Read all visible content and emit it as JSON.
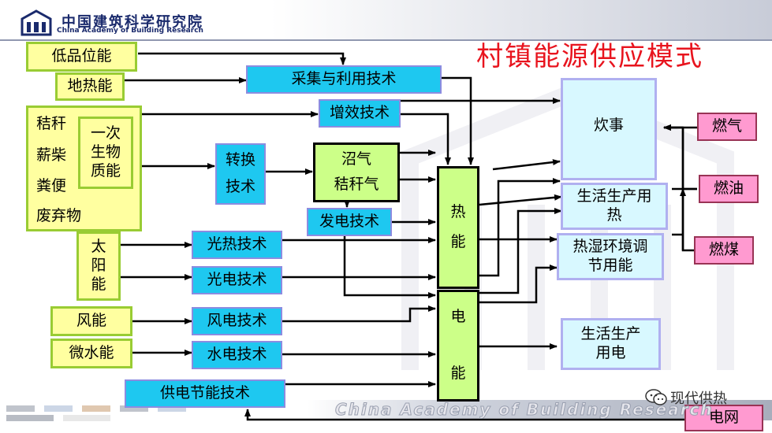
{
  "header": {
    "org_cn": "中国建筑科学研究院",
    "org_en": "China Academy of Building Research",
    "title": "村镇能源供应模式"
  },
  "sources": {
    "low_grade": "低品位能",
    "geothermal": "地热能",
    "biomass_items": [
      "秸秆",
      "薪柴",
      "粪便",
      "废弃物"
    ],
    "primary_biomass": [
      "一次",
      "生物",
      "质能"
    ],
    "solar": [
      "太",
      "阳",
      "能"
    ],
    "wind": "风能",
    "micro_hydro": "微水能"
  },
  "technologies": {
    "collect_use": "采集与利用技术",
    "efficiency": "增效技术",
    "conversion": [
      "转换",
      "技术"
    ],
    "biogas": [
      "沼气",
      "秸秆气"
    ],
    "generation": "发电技术",
    "solar_thermal": "光热技术",
    "photovoltaic": "光电技术",
    "wind_power": "风电技术",
    "hydro_power": "水电技术",
    "supply_saving": "供电节能技术"
  },
  "energy": {
    "heat": [
      "热",
      "能"
    ],
    "electric": [
      "电",
      "能"
    ]
  },
  "uses": {
    "cooking": "炊事",
    "process_heat": [
      "生活生产用",
      "热"
    ],
    "climate": [
      "热湿环境调",
      "节用能"
    ],
    "electricity": [
      "生活生产",
      "用电"
    ]
  },
  "fuels": {
    "gas": "燃气",
    "oil": "燃油",
    "coal": "燃煤",
    "grid": "电网"
  },
  "footer": {
    "watermark": "China Academy of Building Research",
    "wechat": "现代供热"
  },
  "colors": {
    "title": "#e8141e",
    "source_fill": "#ffffa0",
    "tech_fill": "#1ec8f0",
    "use_fill": "#d8f8ff",
    "energy_fill": "#ccff88",
    "fuel_fill": "#ff9ad0"
  }
}
